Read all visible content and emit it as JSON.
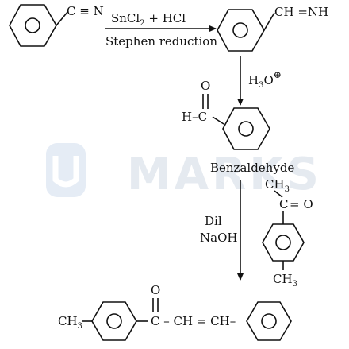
{
  "colors": {
    "ink": "#111111",
    "watermark": "#dde3ec",
    "watermark_icon": "#dfe7f3"
  },
  "watermark": {
    "text": "MARKS"
  },
  "reaction": {
    "reactant_group": "C ≡ N",
    "reagent_top_main": "SnCl",
    "reagent_top_sub": "2",
    "reagent_top_rest": " + HCl",
    "reagent_bottom": "Stephen reduction",
    "imine_group": "CH =NH",
    "hydrolysis_main": "H",
    "hydrolysis_sub": "3",
    "hydrolysis_rest": "O",
    "hydrolysis_charge": "⊕",
    "aldehyde_oxygen": "O",
    "aldehyde_h": "H–C",
    "product1_name": "Benzaldehyde",
    "ketone_ch3_main": "CH",
    "ketone_ch3_sub": "3",
    "ketone_c": "C",
    "ketone_eq_o": "= O",
    "para_ch3_main": "CH",
    "para_ch3_sub": "3",
    "condition_line1": "Dil",
    "condition_line2": "NaOH",
    "final_ch3_main": "CH",
    "final_ch3_sub": "3",
    "final_oxygen": "O",
    "final_chain": "C – CH = CH–"
  }
}
